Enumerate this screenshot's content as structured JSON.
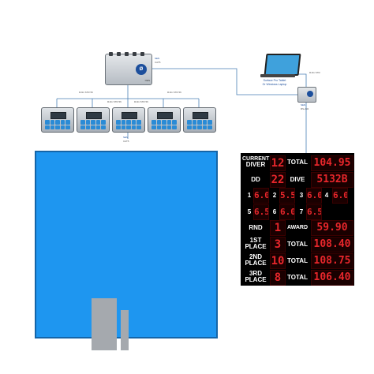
{
  "hub": {
    "logo": "Ø",
    "logo_text": "OES",
    "tag": "SEN",
    "cable_label": "CAT5"
  },
  "controllers": {
    "count": 5,
    "cable_labels": [
      "RJ11 STR 5ft",
      "RJ11 STR 5ft",
      "RJ11 STR 5ft",
      "RJ11 STR 5ft"
    ],
    "bottom_tag": "SEN",
    "bottom_sub": "CAT5"
  },
  "tablet": {
    "caption_line1": "Surface Pro Tablet",
    "caption_line2": "Or Windows Laptop",
    "cable_label": "RJ11 STR"
  },
  "bridge": {
    "tag": "SEN",
    "sub": "RS-232"
  },
  "scoreboard": {
    "current_diver_label_1": "CURRENT",
    "current_diver_label_2": "DIVER",
    "current_diver_value": "12",
    "total_label": "TOTAL",
    "total_value": "104.95",
    "dd_label": "DD",
    "dd_value": "22",
    "dive_label": "DIVE",
    "dive_value": "5132B",
    "judges": [
      {
        "num": "1",
        "score": "6.0"
      },
      {
        "num": "2",
        "score": "5.5"
      },
      {
        "num": "3",
        "score": "6.0"
      },
      {
        "num": "4",
        "score": "6.0"
      },
      {
        "num": "5",
        "score": "6.5"
      },
      {
        "num": "6",
        "score": "6.0"
      },
      {
        "num": "7",
        "score": "6.5"
      }
    ],
    "rnd_label": "RND",
    "rnd_value": "1",
    "award_label": "AWARD",
    "award_value": "59.90",
    "first_label_1": "1ST",
    "first_label_2": "PLACE",
    "first_diver": "3",
    "first_total": "108.40",
    "second_label_1": "2ND",
    "second_label_2": "PLACE",
    "second_diver": "10",
    "second_total": "108.75",
    "third_label_1": "3RD",
    "third_label_2": "PLACE",
    "third_diver": "8",
    "third_total": "106.40"
  }
}
